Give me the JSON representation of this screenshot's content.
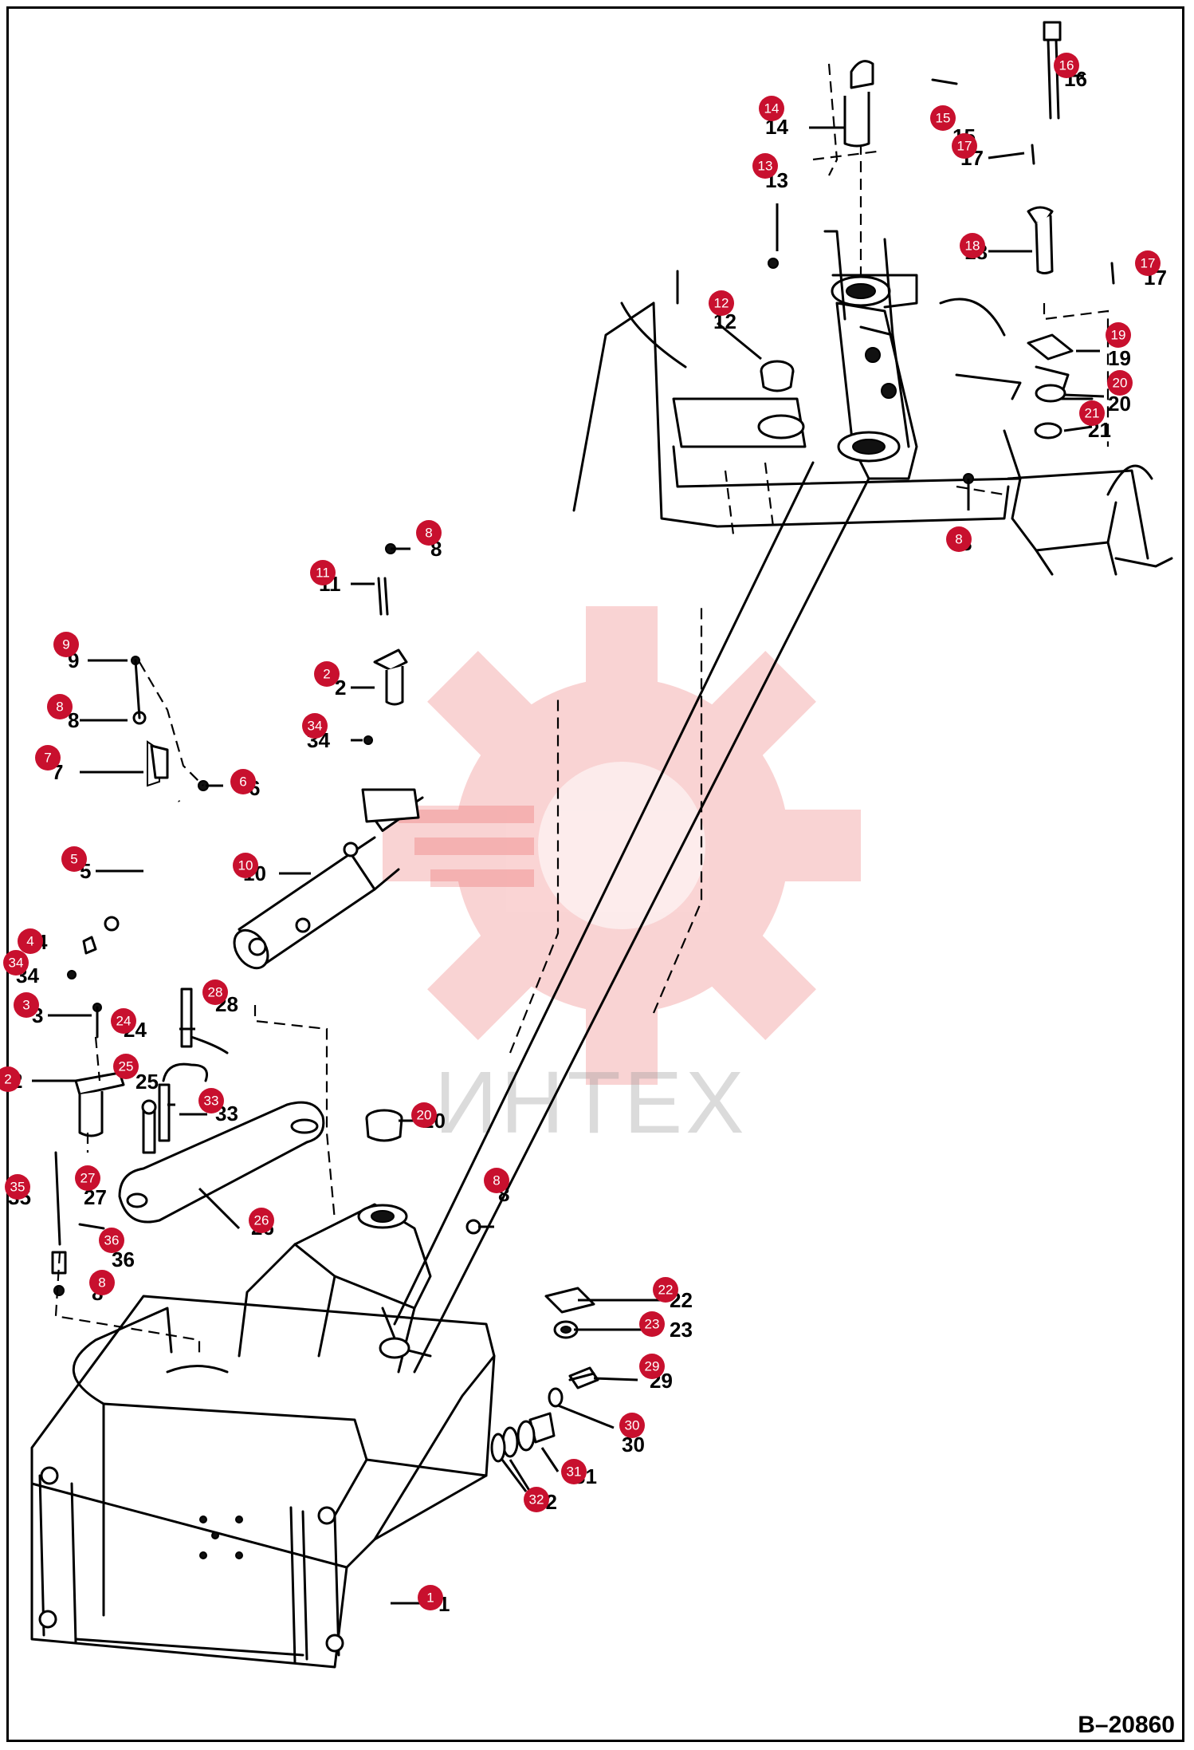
{
  "diagram": {
    "reference_code": "B–20860",
    "watermark_text": "ИНТЕХ",
    "parts": [
      {
        "label": "1"
      },
      {
        "label": "2"
      },
      {
        "label": "3"
      },
      {
        "label": "4"
      },
      {
        "label": "5"
      },
      {
        "label": "6"
      },
      {
        "label": "7"
      },
      {
        "label": "8"
      },
      {
        "label": "9"
      },
      {
        "label": "10"
      },
      {
        "label": "11"
      },
      {
        "label": "12"
      },
      {
        "label": "13"
      },
      {
        "label": "14"
      },
      {
        "label": "15"
      },
      {
        "label": "16"
      },
      {
        "label": "17"
      },
      {
        "label": "18"
      },
      {
        "label": "19"
      },
      {
        "label": "20"
      },
      {
        "label": "21"
      },
      {
        "label": "22"
      },
      {
        "label": "23"
      },
      {
        "label": "24"
      },
      {
        "label": "25"
      },
      {
        "label": "26"
      },
      {
        "label": "27"
      },
      {
        "label": "28"
      },
      {
        "label": "29"
      },
      {
        "label": "30"
      },
      {
        "label": "31"
      },
      {
        "label": "32"
      },
      {
        "label": "33"
      },
      {
        "label": "34"
      },
      {
        "label": "35"
      },
      {
        "label": "36"
      }
    ]
  },
  "colors": {
    "badge": "#c8102e",
    "watermark": "#e63b3b",
    "line": "#000000"
  }
}
